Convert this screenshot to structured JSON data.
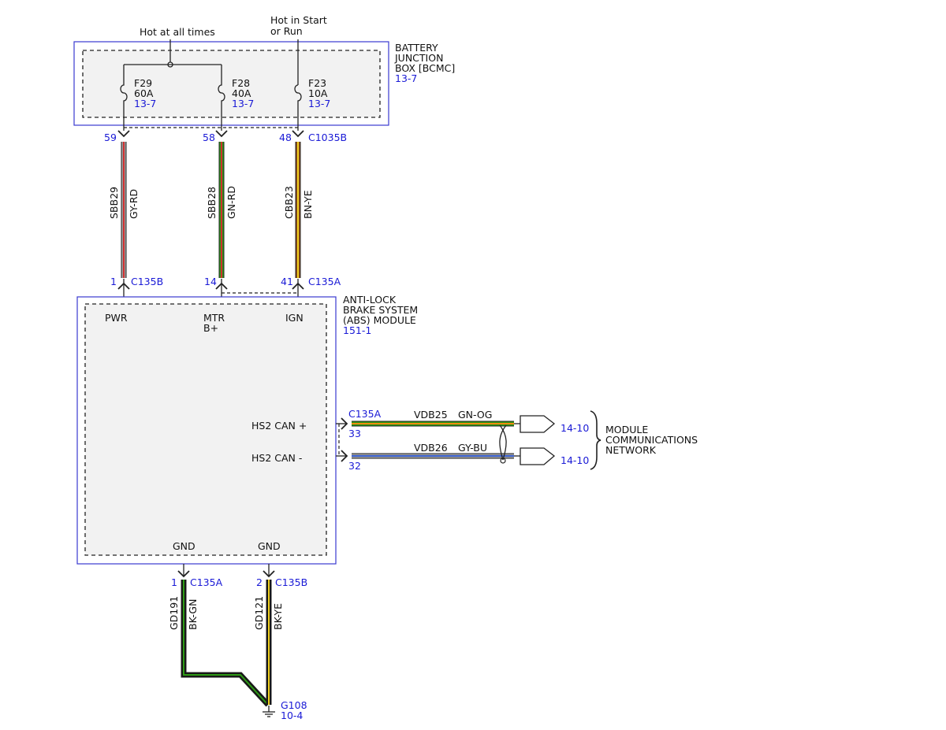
{
  "colors": {
    "ref_text": "#1a1ad6",
    "box_border": "#3a3ad0",
    "module_fill": "#f2f2f2",
    "wire_gy": "#a0a0a0",
    "wire_rd": "#d03030",
    "wire_gn": "#2e9a16",
    "wire_bn": "#8a4a1a",
    "wire_ye": "#f0d020",
    "wire_og": "#f08a10",
    "wire_bu": "#3a60d0",
    "wire_bk": "#151515"
  },
  "supply": {
    "hot_at_all_times": "Hot at all times",
    "hot_in_start_line1": "Hot in Start",
    "hot_in_start_line2": "or Run"
  },
  "bjb": {
    "name_lines": [
      "BATTERY",
      "JUNCTION",
      "BOX [BCMC]"
    ],
    "ref": "13-7",
    "fuses": [
      {
        "id": "F29",
        "rating": "60A",
        "ref": "13-7"
      },
      {
        "id": "F28",
        "rating": "40A",
        "ref": "13-7"
      },
      {
        "id": "F23",
        "rating": "10A",
        "ref": "13-7"
      }
    ],
    "connector": "C1035B"
  },
  "upper_wires": [
    {
      "top_pin": "59",
      "circuit": "SBB29",
      "color_code": "GY-RD",
      "bottom_pin": "1",
      "connector": "C135B",
      "colors": [
        "#a0a0a0",
        "#d03030"
      ]
    },
    {
      "top_pin": "58",
      "circuit": "SBB28",
      "color_code": "GN-RD",
      "bottom_pin": "14",
      "connector": "",
      "colors": [
        "#2e9a16",
        "#d03030"
      ]
    },
    {
      "top_pin": "48",
      "circuit": "CBB23",
      "color_code": "BN-YE",
      "bottom_pin": "41",
      "connector": "C135A",
      "colors": [
        "#8a4a1a",
        "#f0d020"
      ]
    }
  ],
  "abs": {
    "name_lines": [
      "ANTI-LOCK",
      "BRAKE SYSTEM",
      "(ABS) MODULE"
    ],
    "ref": "151-1",
    "pwr": "PWR",
    "mtr_line1": "MTR",
    "mtr_line2": "B+",
    "ign": "IGN",
    "can_plus": "HS2 CAN +",
    "can_minus": "HS2 CAN -",
    "gnd1": "GND",
    "gnd2": "GND"
  },
  "can": {
    "connector": "C135A",
    "wires": [
      {
        "pin": "33",
        "circuit": "VDB25",
        "color_code": "GN-OG",
        "ref": "14-10",
        "colors": [
          "#2e9a16",
          "#f08a10"
        ]
      },
      {
        "pin": "32",
        "circuit": "VDB26",
        "color_code": "GY-BU",
        "ref": "14-10",
        "colors": [
          "#a0a0a0",
          "#3a60d0"
        ]
      }
    ],
    "network_lines": [
      "MODULE",
      "COMMUNICATIONS",
      "NETWORK"
    ]
  },
  "ground_wires": [
    {
      "pin": "1",
      "connector": "C135A",
      "circuit": "GD191",
      "color_code": "BK-GN",
      "colors": [
        "#151515",
        "#2e9a16"
      ]
    },
    {
      "pin": "2",
      "connector": "C135B",
      "circuit": "GD121",
      "color_code": "BK-YE",
      "colors": [
        "#151515",
        "#f0d020"
      ]
    }
  ],
  "ground": {
    "id": "G108",
    "ref": "10-4"
  }
}
